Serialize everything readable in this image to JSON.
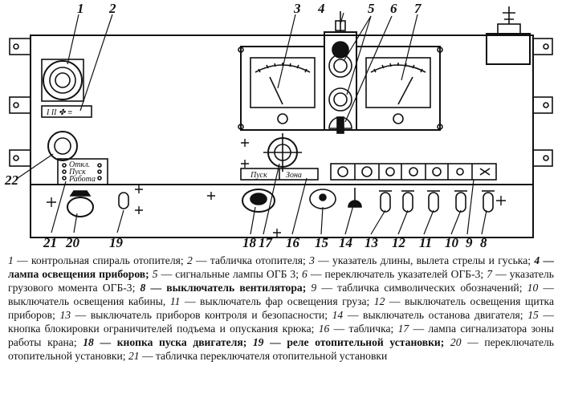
{
  "callouts": [
    "1",
    "2",
    "3",
    "4",
    "5",
    "6",
    "7",
    "22",
    "21",
    "20",
    "19",
    "18",
    "17",
    "16",
    "15",
    "14",
    "13",
    "12",
    "11",
    "10",
    "9",
    "8"
  ],
  "plates": {
    "start_zone": [
      "Пуск",
      "Зона"
    ],
    "heater": [
      "Откл.",
      "Пуск",
      "Работа"
    ]
  },
  "caption": [
    {
      "num": "1",
      "text": "контрольная спираль отопителя;",
      "bold": false
    },
    {
      "num": "2",
      "text": "табличка отопителя;",
      "bold": false
    },
    {
      "num": "3",
      "text": "указатель длины, вылета стрелы и гуська;",
      "bold": false
    },
    {
      "num": "4",
      "text": "лампа освещения приборов;",
      "bold": true
    },
    {
      "num": "5",
      "text": "сигнальные лампы ОГБ 3;",
      "bold": false
    },
    {
      "num": "6",
      "text": "переключатель указателей ОГБ-3;",
      "bold": false
    },
    {
      "num": "7",
      "text": "указатель грузового момента ОГБ-3;",
      "bold": false
    },
    {
      "num": "8",
      "text": "выключатель вентилятора;",
      "bold": true
    },
    {
      "num": "9",
      "text": "табличка символических обозначений;",
      "bold": false
    },
    {
      "num": "10",
      "text": "выключатель освещения кабины,",
      "bold": false
    },
    {
      "num": "11",
      "text": "выключатель фар освещения груза;",
      "bold": false
    },
    {
      "num": "12",
      "text": "выключатель освещения щитка приборов;",
      "bold": false
    },
    {
      "num": "13",
      "text": "выключатель приборов контроля и безопасности;",
      "bold": false
    },
    {
      "num": "14",
      "text": "выключатель останова двигателя;",
      "bold": false
    },
    {
      "num": "15",
      "text": "кнопка блокировки ограничителей подъема и опускания крюка;",
      "bold": false
    },
    {
      "num": "16",
      "text": "табличка;",
      "bold": false
    },
    {
      "num": "17",
      "text": "лампа сигнализатора зоны работы крана;",
      "bold": false
    },
    {
      "num": "18",
      "text": "кнопка пуска двигателя;",
      "bold": true
    },
    {
      "num": "19",
      "text": "реле отопительной установки;",
      "bold": true
    },
    {
      "num": "20",
      "text": "переключатель отопительной установки;",
      "bold": false
    },
    {
      "num": "21",
      "text": "табличка переключателя отопительной установки",
      "bold": false
    }
  ],
  "colors": {
    "ink": "#111111",
    "paper": "#ffffff"
  }
}
